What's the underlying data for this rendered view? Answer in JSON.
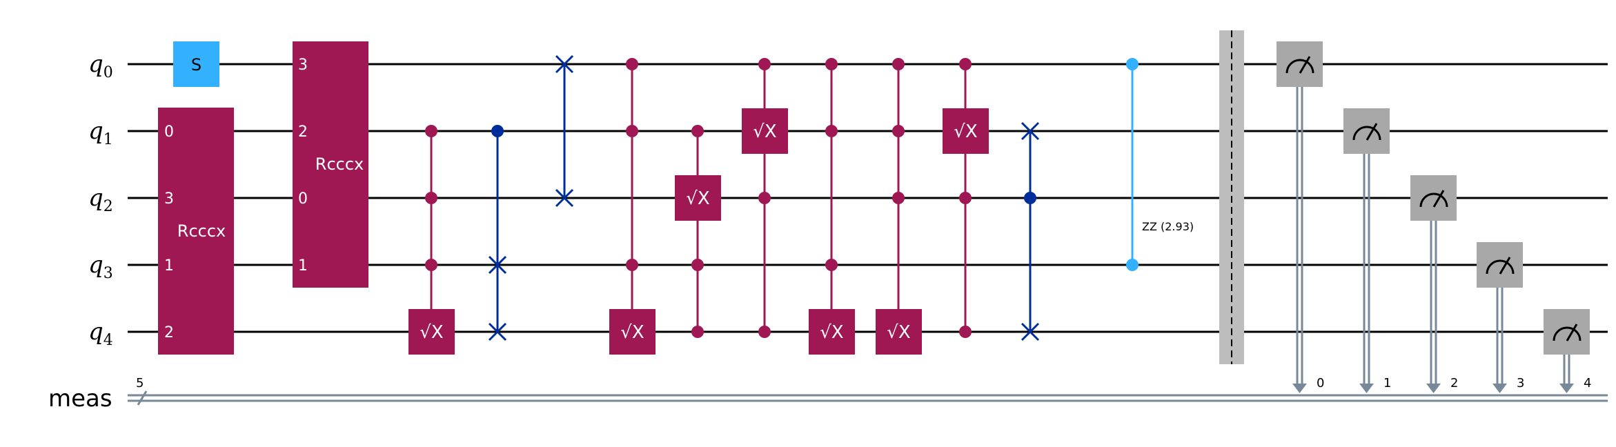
{
  "qubits": [
    {
      "name": "q",
      "index": "0"
    },
    {
      "name": "q",
      "index": "1"
    },
    {
      "name": "q",
      "index": "2"
    },
    {
      "name": "q",
      "index": "3"
    },
    {
      "name": "q",
      "index": "4"
    }
  ],
  "classical_register": {
    "name": "meas",
    "width": "5"
  },
  "colors": {
    "wire": "#000000",
    "multi_gate": "#9f1853",
    "s_gate": "#33b1ff",
    "swap_cz": "#002d9c",
    "rzz": "#33b1ff",
    "measure": "#a8a8a8",
    "classical": "#778899",
    "barrier": "#bdbdbd",
    "text_light": "#ffffff"
  },
  "gates": {
    "s": {
      "label": "S"
    },
    "rcccx_1": {
      "label": "Rcccx",
      "pin_labels": [
        "0",
        "3",
        "1",
        "2"
      ]
    },
    "rcccx_2": {
      "label": "Rcccx",
      "pin_labels": [
        "3",
        "2",
        "0",
        "1"
      ]
    },
    "sqrt_x": {
      "label": "√X"
    },
    "rzz": {
      "label": "ZZ (2.93)"
    }
  },
  "measurements": {
    "bits": [
      "0",
      "1",
      "2",
      "3",
      "4"
    ]
  }
}
